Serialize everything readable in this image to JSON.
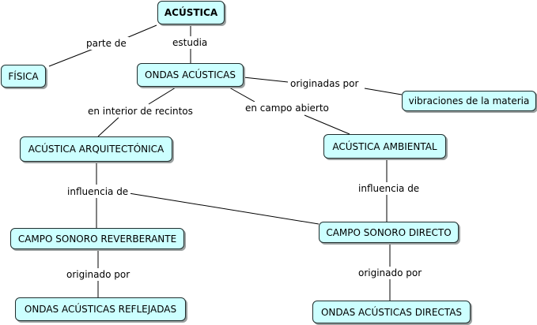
{
  "nodes": {
    "acustica": "ACÚSTICA",
    "fisica": "FÍSICA",
    "ondas_acusticas": "ONDAS ACÚSTICAS",
    "vibraciones": "vibraciones de la materia",
    "arquitectonica": "ACÚSTICA ARQUITECTÓNICA",
    "ambiental": "ACÚSTICA AMBIENTAL",
    "reverberante": "CAMPO SONORO REVERBERANTE",
    "directo": "CAMPO SONORO DIRECTO",
    "reflejadas": "ONDAS ACÚSTICAS REFLEJADAS",
    "directas": "ONDAS ACÚSTICAS DIRECTAS"
  },
  "links": {
    "parte_de": "parte de",
    "estudia": "estudia",
    "originadas_por": "originadas por",
    "en_interior": "en interior de recintos",
    "en_campo": "en campo abierto",
    "influencia_left": "influencia de",
    "influencia_right": "influencia de",
    "originado_left": "originado por",
    "originado_right": "originado por"
  },
  "colors": {
    "node_fill": "#ccffff",
    "node_border": "#1f2d2d",
    "line": "#000000"
  }
}
